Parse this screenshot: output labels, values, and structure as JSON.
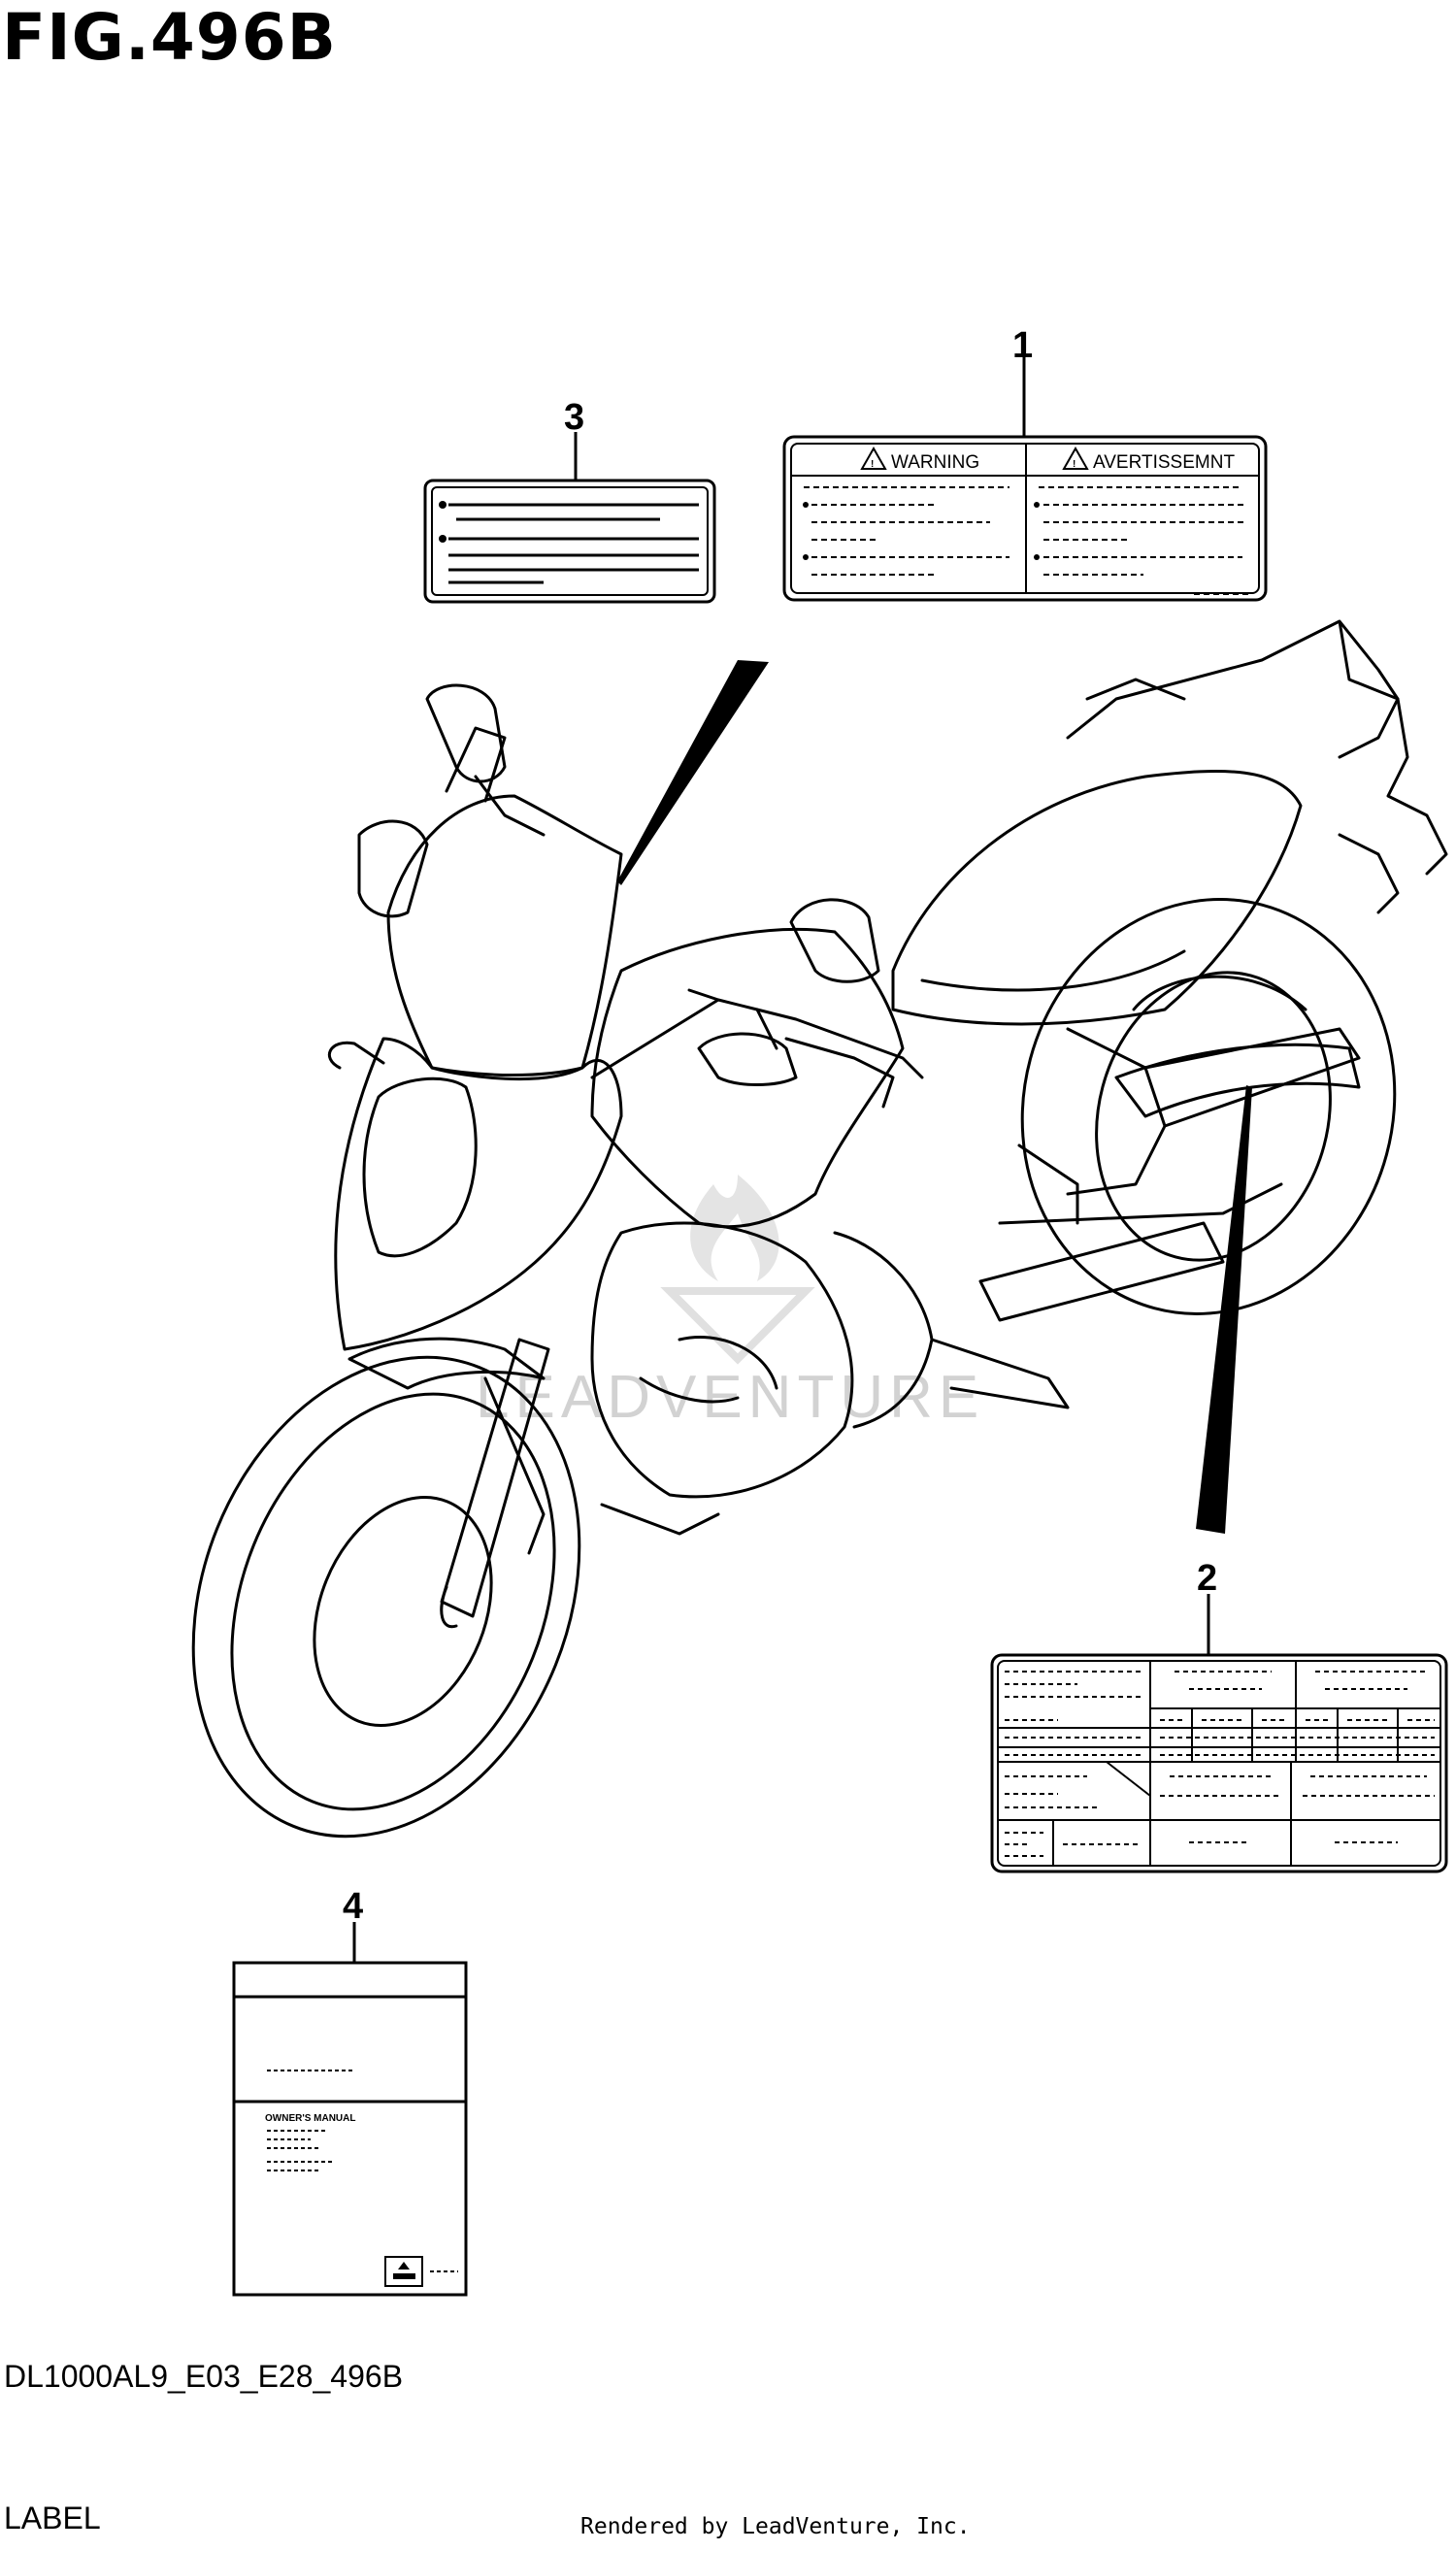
{
  "figure": {
    "title": "FIG.496B",
    "code": "DL1000AL9_E03_E28_496B",
    "name": "LABEL",
    "rendered_by": "Rendered by LeadVenture, Inc.",
    "watermark": "LEADVENTURE"
  },
  "callouts": [
    {
      "number": "1"
    },
    {
      "number": "2"
    },
    {
      "number": "3"
    },
    {
      "number": "4"
    }
  ],
  "label_1": {
    "left_heading": "WARNING",
    "right_heading": "AVERTISSEMNT"
  },
  "label_4": {
    "text": "OWNER'S MANUAL"
  }
}
